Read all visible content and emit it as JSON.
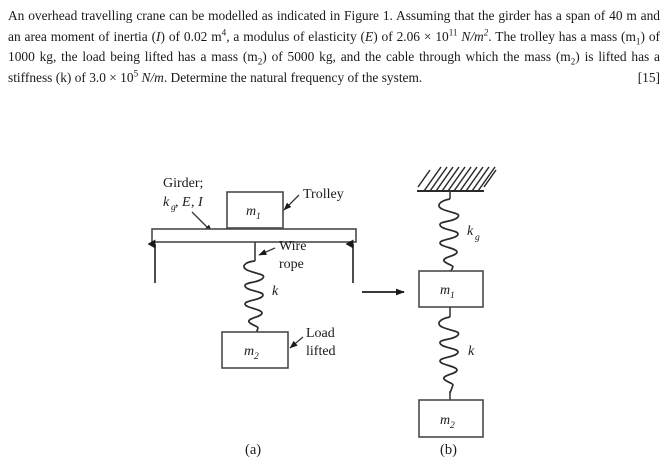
{
  "question": {
    "sentence1_a": "An overhead travelling crane can be modelled as indicated in Figure 1. Assuming that the girder has a span of 40 m and an area moment of inertia (",
    "symbol_I": "I",
    "sentence1_b": ") of 0.02 m",
    "sup_4": "4",
    "sentence1_c": ", a modulus of elasticity (",
    "symbol_E": "E",
    "sentence1_d": ") of 2.06 × 10",
    "sup_11": "11",
    "units_Nm2": "N/m",
    "sup_2": "2",
    "sentence2_a": ". The trolley has a mass (m",
    "sub_1": "1",
    "sentence2_b": ") of 1000 kg, the load being lifted has a mass (m",
    "sub_2": "2",
    "sentence2_c": ") of 5000 kg, and the cable through which the mass (m",
    "sub_2b": "2",
    "sentence2_d": ") is lifted has a stiffness (k) of 3.0 × 10",
    "sup_5": "5",
    "units_Nm": "N/m",
    "sentence3": ". Determine the natural frequency of the system.",
    "marks": "[15]"
  },
  "figure": {
    "diagram_a": {
      "caption": "(a)",
      "girder_label_line1": "Girder;",
      "girder_label_k": "k",
      "girder_label_k_sub": "g",
      "girder_label_E": "E",
      "girder_label_comma1": ",",
      "girder_label_comma2": ",",
      "girder_label_I": "I",
      "trolley_label": "Trolley",
      "wire_label_line1": "Wire",
      "wire_label_line2": "rope",
      "spring_label": "k",
      "load_label_line1": "Load",
      "load_label_line2": "lifted",
      "mass1_label": "m",
      "mass1_sub": "1",
      "mass2_label": "m",
      "mass2_sub": "2"
    },
    "diagram_b": {
      "caption": "(b)",
      "spring_top_label": "k",
      "spring_top_sub": "g",
      "spring_bottom_label": "k",
      "mass1_label": "m",
      "mass1_sub": "1",
      "mass2_label": "m",
      "mass2_sub": "2"
    }
  },
  "colors": {
    "ink": "#1a1a1a",
    "line": "#3a3a3a",
    "box_stroke": "#4a4a4a",
    "background": "#ffffff"
  }
}
